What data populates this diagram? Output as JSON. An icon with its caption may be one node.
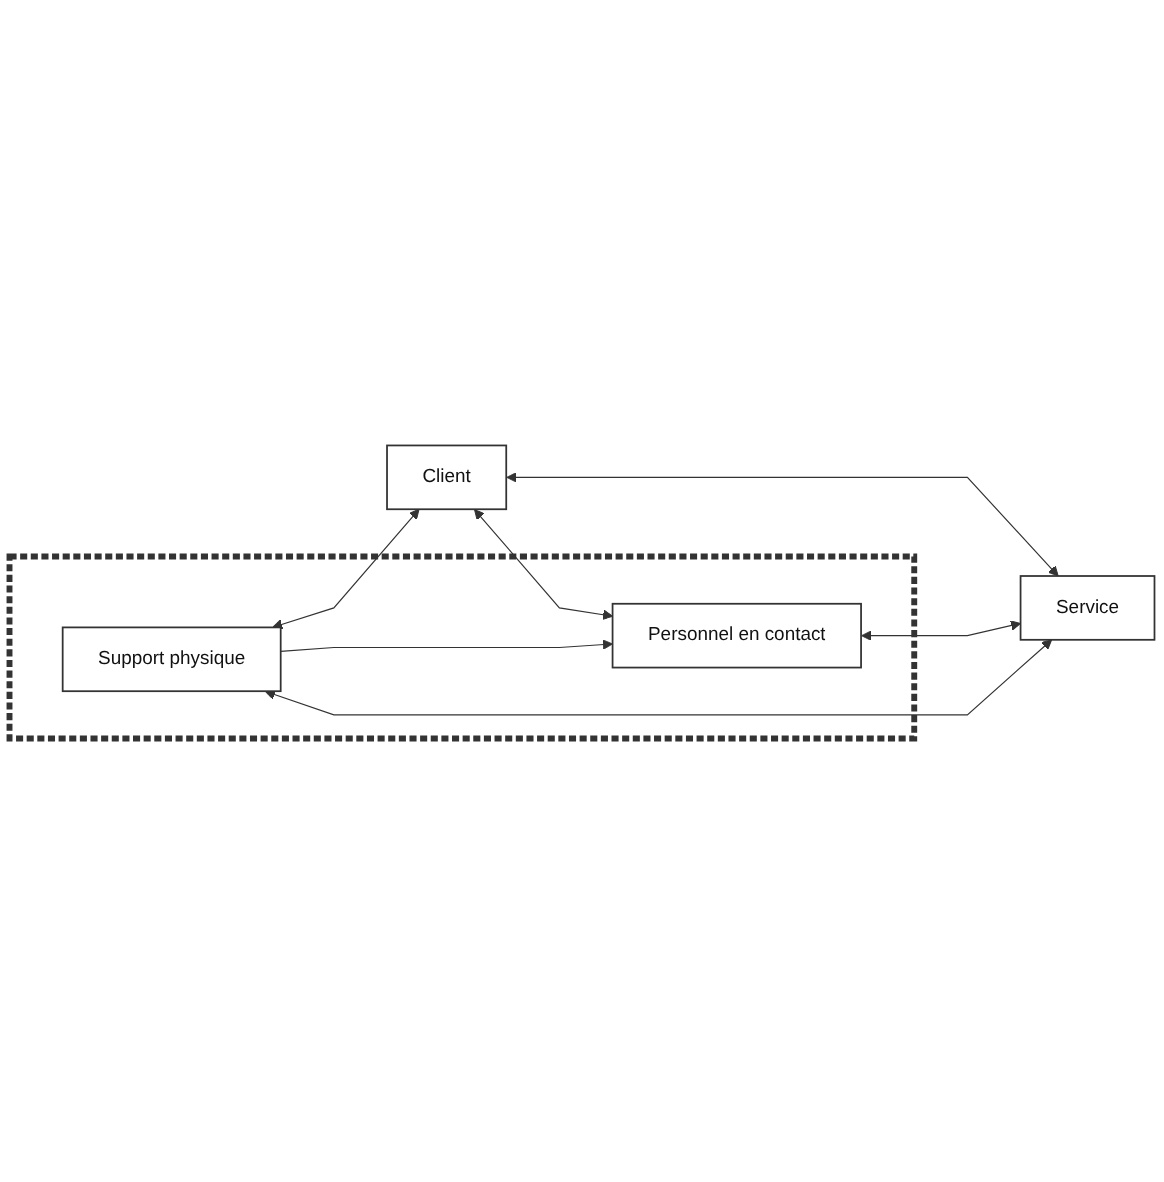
{
  "diagram": {
    "nodes": [
      {
        "text": [],
        "shape": "box"
      },
      {
        "text": [
          "Support physique"
        ],
        "in": 0
      },
      {
        "text": [
          "Personnel en contact"
        ],
        "in": 0
      },
      {
        "text": [
          "Client"
        ]
      },
      {
        "text": [
          "Service"
        ]
      }
    ],
    "edges": [
      {
        "from": 1,
        "to": 3,
        "arrow": "both"
      },
      {
        "from": 1,
        "to": 2,
        "arrow": "to"
      },
      {
        "from": 1,
        "to": 4,
        "arrow": "both"
      },
      {
        "from": 3,
        "to": 2,
        "arrow": "both"
      },
      {
        "from": 3,
        "to": 4,
        "arrow": "both"
      },
      {
        "from": 2,
        "to": 4,
        "arrow": "both"
      }
    ]
  }
}
